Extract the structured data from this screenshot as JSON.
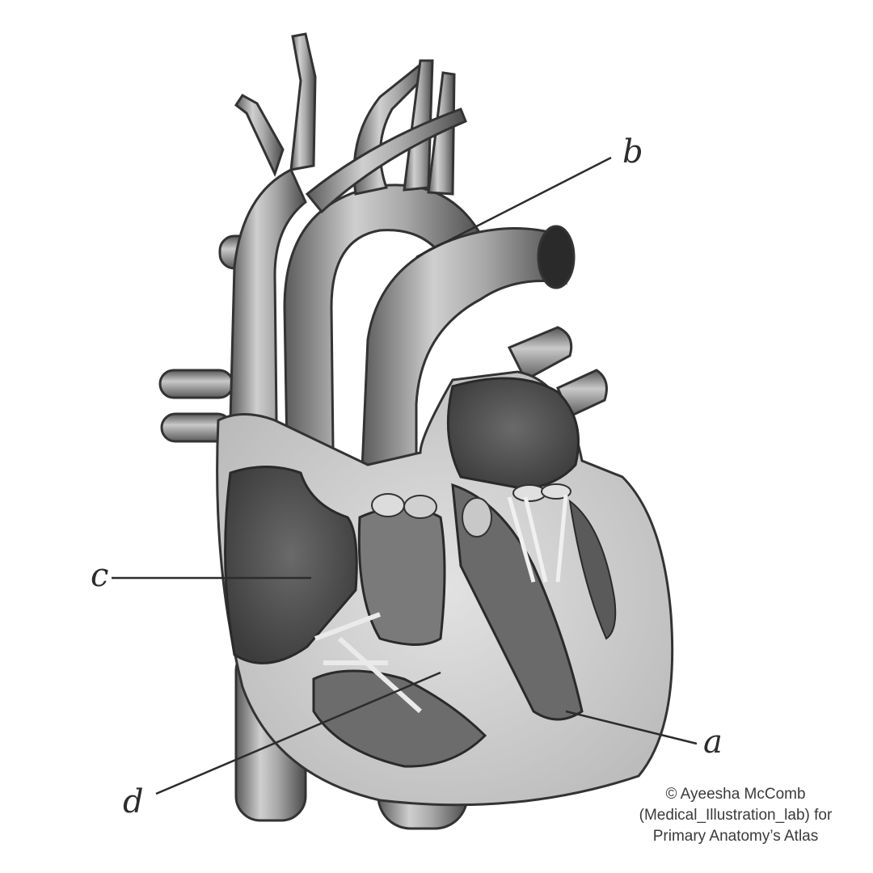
{
  "labels": {
    "a": "a",
    "b": "b",
    "c": "c",
    "d": "d"
  },
  "credit": {
    "line1": "© Ayeesha McComb",
    "line2": "(Medical_Illustration_lab) for",
    "line3": "Primary Anatomy’s Atlas"
  }
}
